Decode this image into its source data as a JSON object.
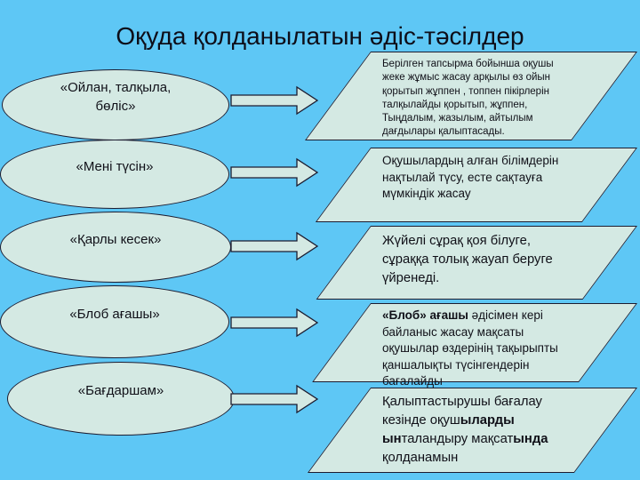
{
  "slide": {
    "title": "Оқуда қолданылатын әдіс-тәсілдер"
  },
  "colors": {
    "background": "#5ec7f5",
    "shape_fill": "#d4e9e3",
    "shape_outline": "#1c1c30"
  },
  "rows": [
    {
      "method": "«Ойлан, талқыла,\nбөліс»",
      "description": [
        {
          "t": "Берілген тапсырма бойынша оқушы\nжеке жұмыс жасау арқылы өз ойын\nқорытып жұппен , топпен пікірлерін\nталқылайды қорытып, жұппен,\nТыңдалым, жазылым, айтылым\nдағдылары қалыптасады.",
          "b": false
        }
      ]
    },
    {
      "method": "«Мені түсін»",
      "description": [
        {
          "t": "Оқушылардың алған білімдерін\nнақтылай түсу, есте сақтауға\nмүмкіндік жасау",
          "b": false
        }
      ]
    },
    {
      "method": "«Қарлы кесек»",
      "description": [
        {
          "t": "Жүйелі сұрақ қоя білуге,\nсұраққа толық жауап беруге\nүйренеді.",
          "b": false
        }
      ]
    },
    {
      "method": "«Блоб ағашы»",
      "description": [
        {
          "t": "«Блоб» ағашы",
          "b": true
        },
        {
          "t": " әдісімен кері\nбайланыс жасау мақсаты\nоқушылар өздерінің тақырыпты\nқаншалықты түсінгендерін\nбағалайды",
          "b": false
        }
      ]
    },
    {
      "method": "«Бағдаршам»",
      "description": [
        {
          "t": "Қалыптастырушы бағалау\nкезінде оқуш",
          "b": false
        },
        {
          "t": "ыларды",
          "b": true
        },
        {
          "t": "\n",
          "b": false
        },
        {
          "t": "ын",
          "b": true
        },
        {
          "t": "таландыру мақсат",
          "b": false
        },
        {
          "t": "ында",
          "b": true
        },
        {
          "t": "\nқолданамын",
          "b": false
        }
      ]
    }
  ]
}
